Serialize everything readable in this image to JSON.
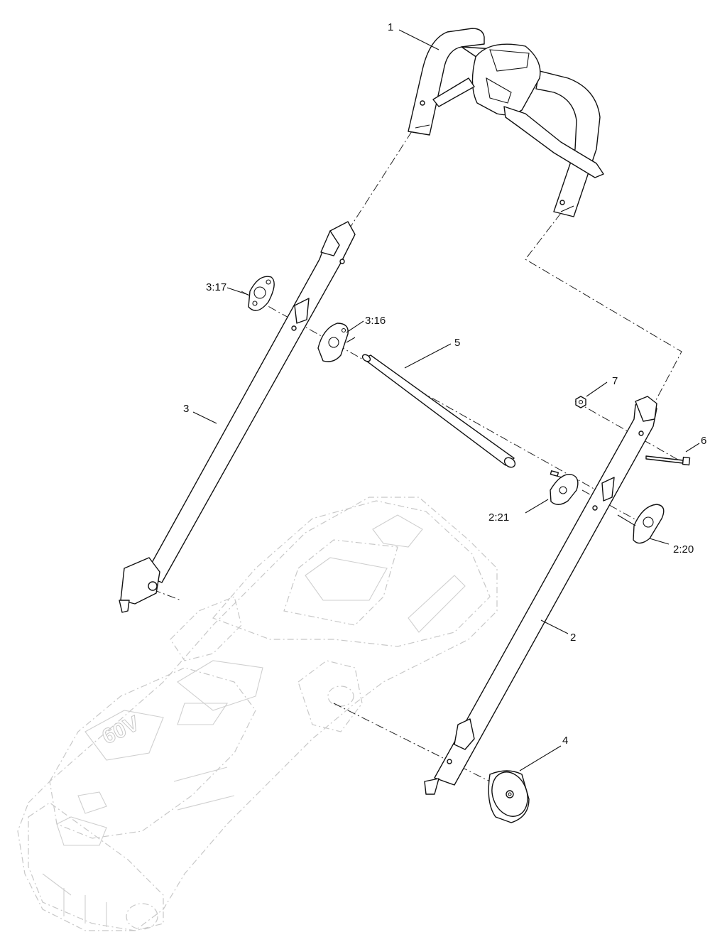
{
  "callouts": {
    "c1": "1",
    "c2": "2",
    "c3": "3",
    "c4": "4",
    "c5": "5",
    "c6": "6",
    "c7": "7",
    "c316": "3:16",
    "c317": "3:17",
    "c220": "2:20",
    "c221": "2:21"
  },
  "background_decals": {
    "voltage_badge": "60V"
  },
  "colors": {
    "line": "#111111",
    "ghost": "#c8c8c8",
    "background": "#ffffff"
  }
}
